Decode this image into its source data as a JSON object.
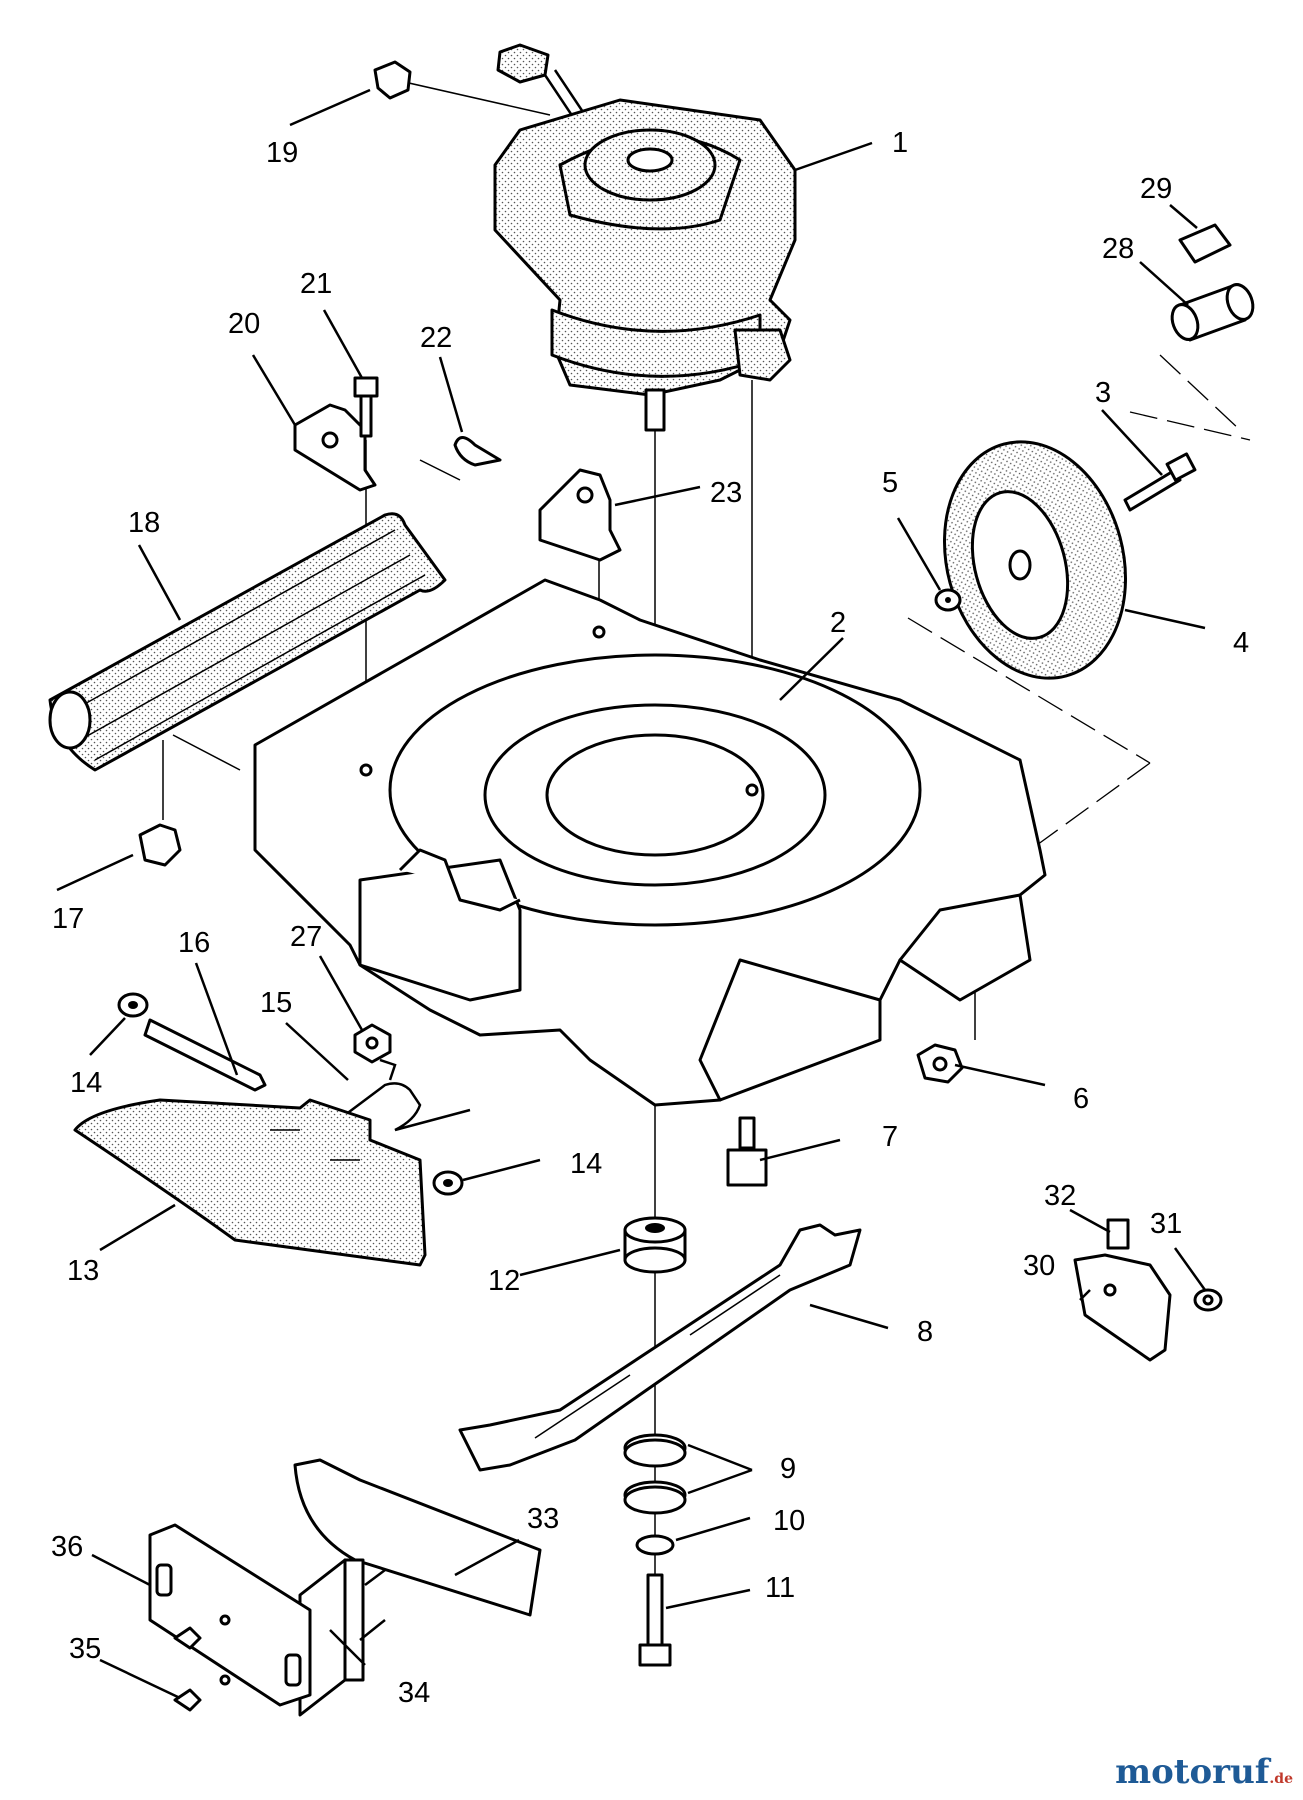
{
  "diagram": {
    "callouts": [
      "1",
      "2",
      "3",
      "4",
      "5",
      "6",
      "7",
      "8",
      "9",
      "10",
      "11",
      "12",
      "13",
      "14",
      "14",
      "15",
      "16",
      "17",
      "18",
      "19",
      "20",
      "21",
      "22",
      "23",
      "27",
      "28",
      "29",
      "30",
      "31",
      "32",
      "33",
      "34",
      "35",
      "36"
    ],
    "watermark": {
      "brand": "motoruf",
      "tld": ".de"
    }
  }
}
